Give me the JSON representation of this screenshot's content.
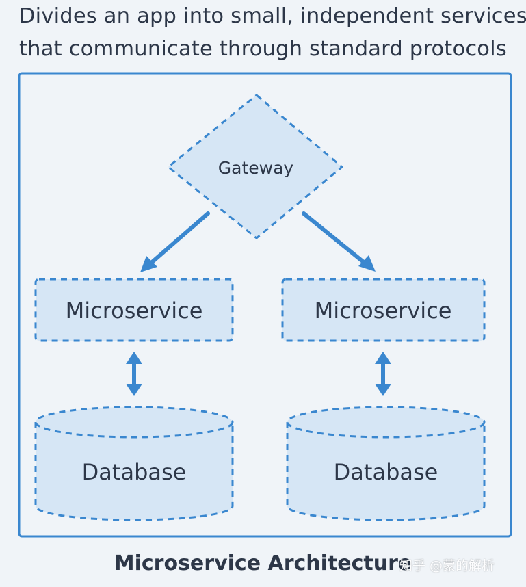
{
  "description": {
    "line1": "Divides an app into small, independent services",
    "line2": "that communicate through standard protocols"
  },
  "gateway": {
    "label": "Gateway"
  },
  "services": [
    {
      "label": "Microservice"
    },
    {
      "label": "Microservice"
    }
  ],
  "databases": [
    {
      "label": "Database"
    },
    {
      "label": "Database"
    }
  ],
  "caption": "Microservice Architecture",
  "watermark": "知乎 @蒙的解析",
  "colors": {
    "background": "#f0f4f8",
    "accent": "#3a87cf",
    "node_fill": "#d6e6f5",
    "text": "#2d3748"
  }
}
